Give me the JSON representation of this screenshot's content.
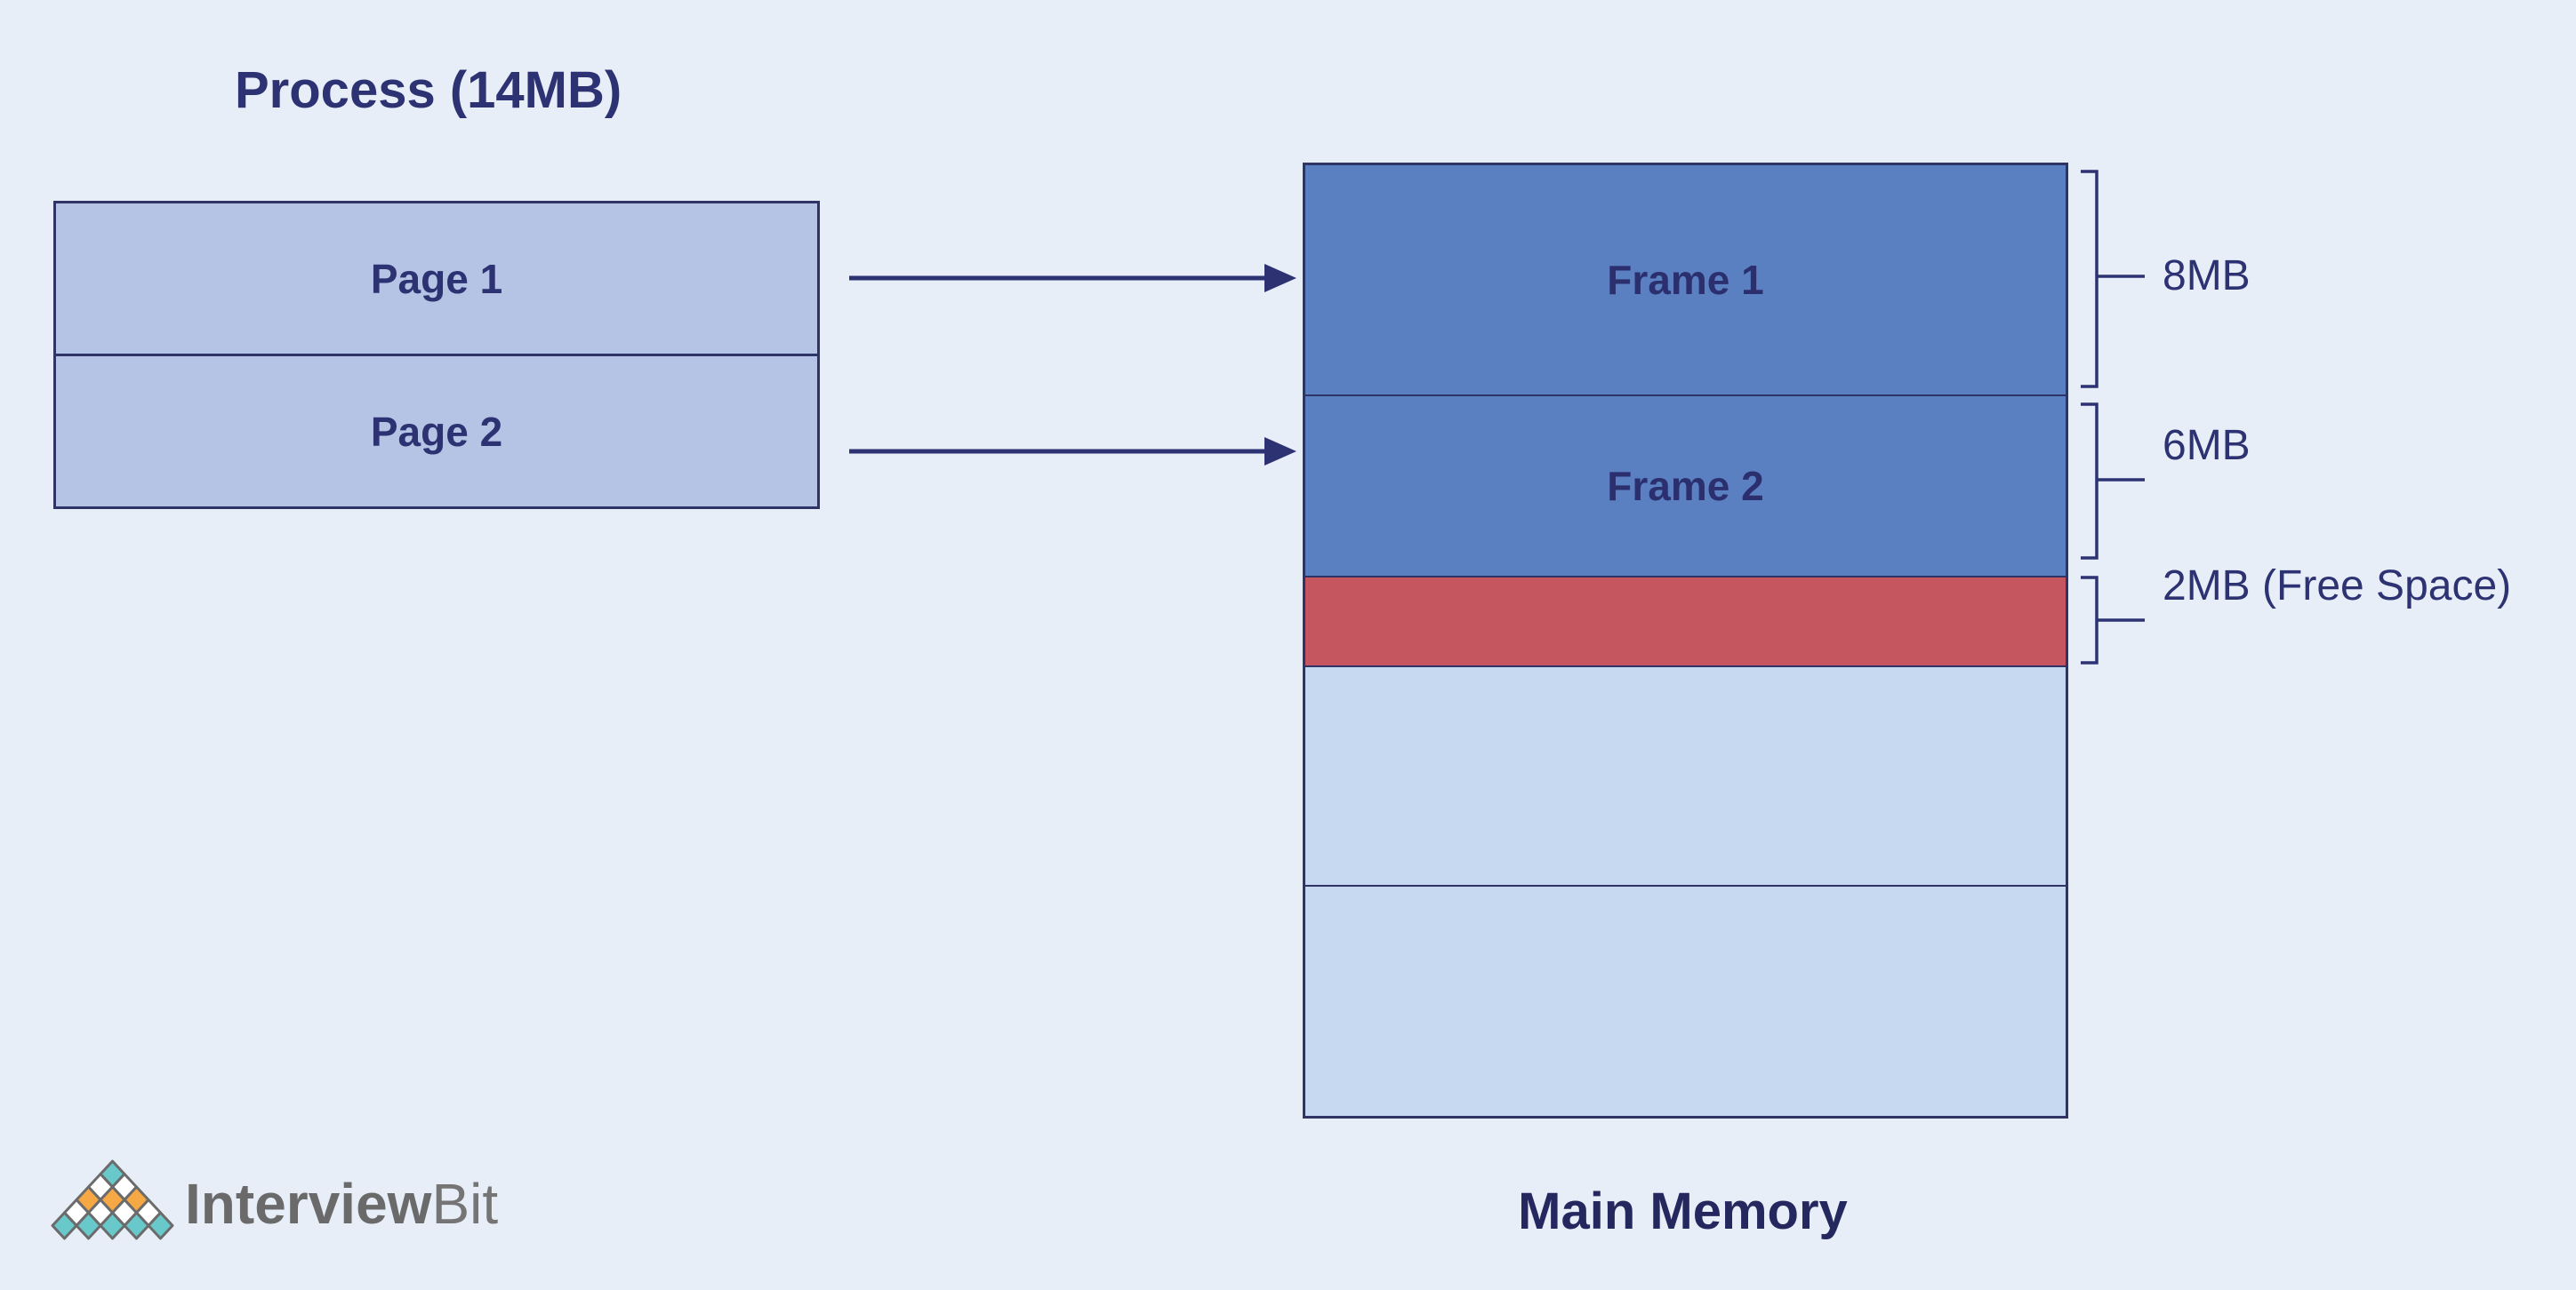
{
  "title": "Process (14MB)",
  "process": {
    "title": "Process (14MB)",
    "pages": [
      {
        "label": "Page 1"
      },
      {
        "label": "Page 2"
      }
    ]
  },
  "arrows": [
    {
      "from": "Page 1",
      "to": "Frame 1"
    },
    {
      "from": "Page 2",
      "to": "Frame 2"
    }
  ],
  "memory": {
    "caption": "Main Memory",
    "segments": [
      {
        "label": "Frame 1",
        "size": "8MB",
        "fill": "#5b80c2"
      },
      {
        "label": "Frame 2",
        "size": "6MB",
        "fill": "#5b80c2"
      },
      {
        "label": "",
        "size": "2MB (Free Space)",
        "fill": "#c5565f"
      },
      {
        "label": "",
        "size": "",
        "fill": "#c6d9f1"
      },
      {
        "label": "",
        "size": "",
        "fill": "#c6d9f1"
      }
    ]
  },
  "annotations": [
    "8MB",
    "6MB",
    "2MB (Free Space)"
  ],
  "logo": {
    "brand_bold": "Interview",
    "brand_light": "Bit",
    "pyramid_colors": {
      "teal": "#68c8ca",
      "orange": "#f6a845",
      "white": "#ffffff",
      "outline": "#6b6b6b"
    }
  },
  "colors": {
    "background": "#e8eef8",
    "navy_text": "#2c3272",
    "border": "#2e3566",
    "page_fill": "#b5c3e4",
    "frame_fill": "#5b80c2",
    "free_space_fill": "#c5565f",
    "empty_fill": "#c6d9f1"
  }
}
